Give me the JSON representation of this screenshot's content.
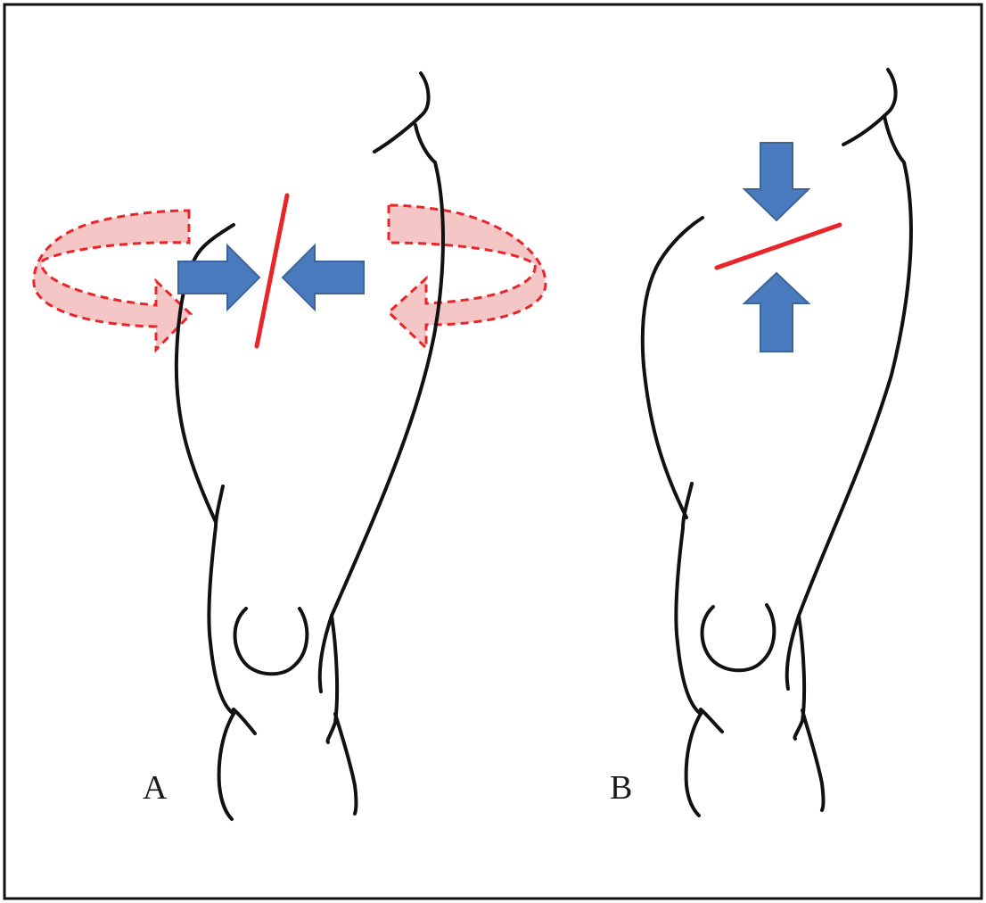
{
  "panels": [
    {
      "id": "A",
      "label": "A"
    },
    {
      "id": "B",
      "label": "B"
    }
  ],
  "colors": {
    "outline": "#111111",
    "fracture_line": "#e8262a",
    "compression_arrow_fill": "#4a7bbf",
    "compression_arrow_stroke": "#3d6599",
    "rotation_arrow_fill": "#f5c6c6",
    "rotation_arrow_stroke": "#e8262a",
    "frame": "#111111"
  },
  "icons": {
    "compression": "block-arrow",
    "rotation": "curved-dashed-arrow"
  }
}
